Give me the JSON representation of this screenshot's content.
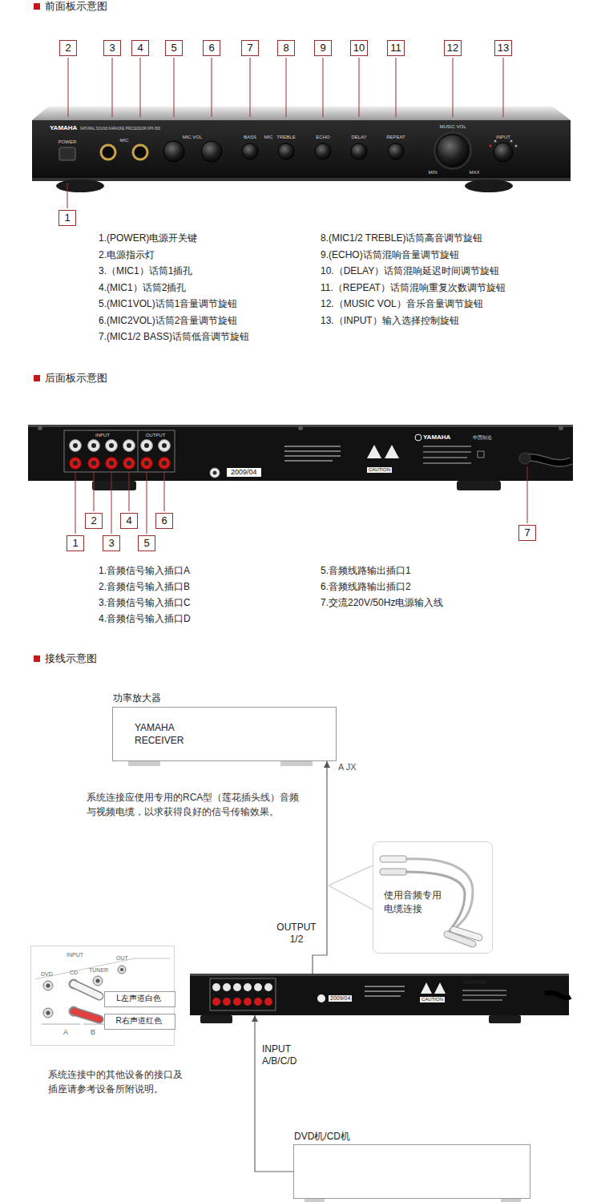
{
  "diagram": {
    "nodes": [
      {
        "text": [
          "功率放大器",
          "YAMAHA RECEIVER"
        ]
      },
      {
        "text": [
          "使用音频专用电缆连接"
        ]
      },
      {
        "text": [
          "YAMAHA",
          "2009/04",
          "CAUTION"
        ]
      },
      {
        "text": [
          "INPUT",
          "DVD",
          "CD",
          "TUNER",
          "OUT",
          "A",
          "B"
        ]
      },
      {
        "text": [
          "L左声道白色"
        ],
        "in": 3
      },
      {
        "text": [
          "R右声道红色"
        ],
        "in": 3
      },
      {
        "text": [
          "DVD机/CD机"
        ]
      }
    ],
    "edges": [
      {
        "from": 2,
        "to": 0,
        "arrow": "to",
        "label": "OUTPUT 1/2"
      },
      {
        "from": 6,
        "to": 2,
        "arrow": "to",
        "label": "INPUT A/B/C/D"
      }
    ],
    "labels": [
      "前面板示意图",
      "2",
      "3",
      "4",
      "5",
      "6",
      "7",
      "8",
      "9",
      "10",
      "11",
      "12",
      "13",
      "YAMAHA",
      "NATURAL SOUND KARAOKE PROCESSOR KPX-500",
      "POWER",
      "MIC",
      "MIC VOL",
      "BASS",
      "MIC",
      "TREBLE",
      "ECHO",
      "DELAY",
      "REPEAT",
      "MUSIC VOL",
      "INPUT",
      "MIN",
      "MAX",
      "1",
      "1.(POWER)电源开关键",
      "2.电源指示灯",
      "3.（MIC1）话筒1插孔",
      "4.(MIC1）话筒2插孔",
      "5.(MIC1VOL)话筒1音量调节旋钮",
      "6.(MIC2VOL)话筒2音量调节旋钮",
      "7.(MIC1/2 BASS)话筒低音调节旋钮",
      "8.(MIC1/2 TREBLE)话筒高音调节旋钮",
      "9.(ECHO)话筒混响音量调节旋钮",
      "10.（DELAY）话筒混响延迟时间调节旋钮",
      "11.（REPEAT）话筒混响重复次数调节旋钮",
      "12.（MUSIC VOL）音乐音量调节旋钮",
      "13.（INPUT）输入选择控制旋钮",
      "后面板示意图",
      "INPUT",
      "OUTPUT",
      "2009/04",
      "CAUTION",
      "YAMAHA",
      "中国制造",
      "1",
      "2",
      "3",
      "4",
      "5",
      "6",
      "7",
      "1.音频信号输入插口A",
      "2.音频信号输入插口B",
      "3.音频信号输入插口C",
      "4.音频信号输入插口D",
      "5.音频线路输出插口1",
      "6.音频线路输出插口2",
      "7.交流220V/50Hz电源输入线",
      "接线示意图",
      "A JX",
      "系统连接应使用专用的RCA型（莲花插头线）音频与视频电缆，以求获得良好的信号传输效果。",
      "系统连接中的其他设备的接口及插座请参考设备所附说明。"
    ]
  }
}
